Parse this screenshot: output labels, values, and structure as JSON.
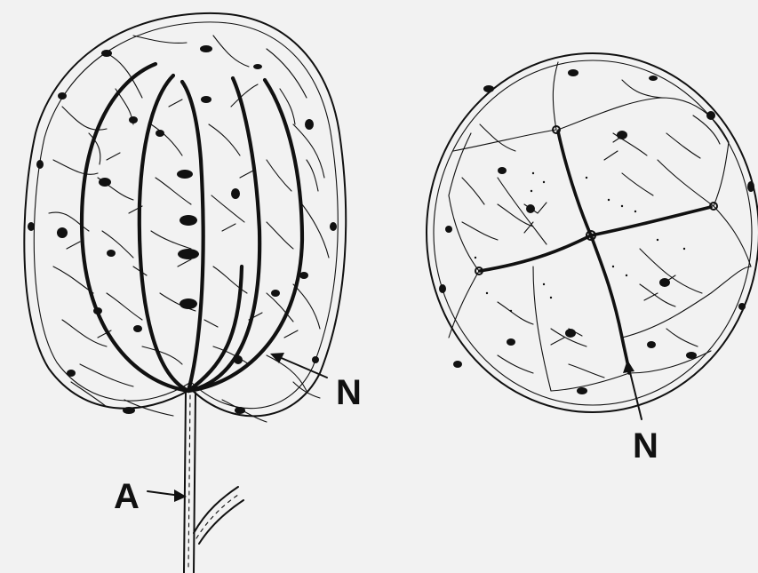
{
  "labels": {
    "left_nerve": "N",
    "left_artery": "A",
    "right_nerve": "N"
  }
}
